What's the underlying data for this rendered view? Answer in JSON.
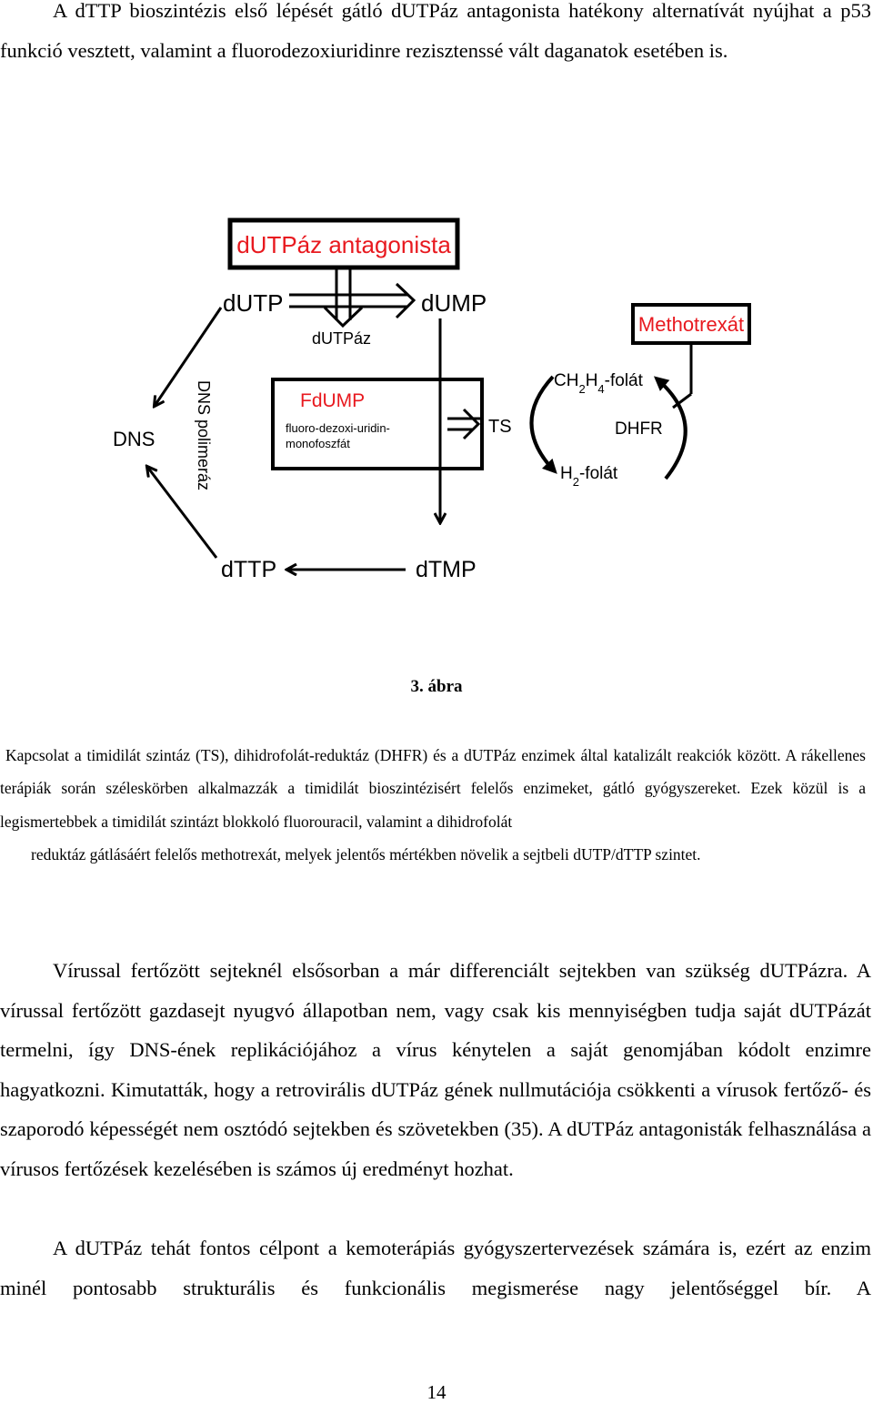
{
  "intro": {
    "text": "A dTTP bioszintézis első lépését gátló dUTPáz antagonista hatékony alternatívát nyújhat a p53 funkció vesztett, valamint a fluorodezoxiuridinre rezisztenssé vált daganatok esetében is."
  },
  "figure": {
    "antagonist_label": "dUTPáz antagonista",
    "dutp": "dUTP",
    "dump": "dUMP",
    "dutpase": "dUTPáz",
    "methotrexate": "Methotrexát",
    "dns": "DNS",
    "dns_polymerase": "DNS polimeráz",
    "fdump": "FdUMP",
    "fdump_name_line1": "fluoro-dezoxi-uridin-",
    "fdump_name_line2": "monofoszfát",
    "ts": "TS",
    "dhfr": "DHFR",
    "ch2h4_ch": "CH",
    "ch2h4_sub1": "2",
    "ch2h4_h": "H",
    "ch2h4_sub2": "4",
    "ch2h4_suffix": "-folát",
    "h2_h": "H",
    "h2_sub": "2",
    "h2_suffix": "-folát",
    "dttp": "dTTP",
    "dtmp": "dTMP",
    "colors": {
      "red": "#e8191f",
      "black": "#000000"
    }
  },
  "caption": {
    "title": "3. ábra",
    "line1": "Kapcsolat a timidilát szintáz (TS), dihidrofolát-reduktáz (DHFR) és a dUTPáz enzimek által katalizált reakciók között. A rákellenes terápiák során széleskörben alkalmazzák a timidilát bioszintézisért felelős enzimeket, gátló gyógyszereket. Ezek közül is a legismertebbek a timidilát szintázt blokkoló fluorouracil, valamint a dihidrofolát",
    "line2": "reduktáz gátlásáért felelős methotrexát, melyek jelentős mértékben növelik a sejtbeli dUTP/dTTP szintet."
  },
  "body": {
    "para1": "Vírussal fertőzött sejteknél elsősorban a már differenciált sejtekben van szükség dUTPázra. A vírussal fertőzött gazdasejt nyugvó állapotban nem, vagy csak kis mennyiségben tudja saját dUTPázát termelni, így DNS-ének replikációjához a vírus kénytelen a saját genomjában kódolt enzimre hagyatkozni. Kimutatták, hogy a retrovirális dUTPáz gének nullmutációja csökkenti a vírusok fertőző- és szaporodó képességét nem osztódó sejtekben és szövetekben (35). A dUTPáz antagonisták felhasználása a vírusos fertőzések kezelésében is számos új eredményt hozhat.",
    "para2": "A dUTPáz tehát fontos célpont a kemoterápiás gyógyszertervezések számára is, ezért az enzim minél pontosabb strukturális és funkcionális megismerése nagy jelentőséggel bír. A"
  },
  "page_number": "14"
}
